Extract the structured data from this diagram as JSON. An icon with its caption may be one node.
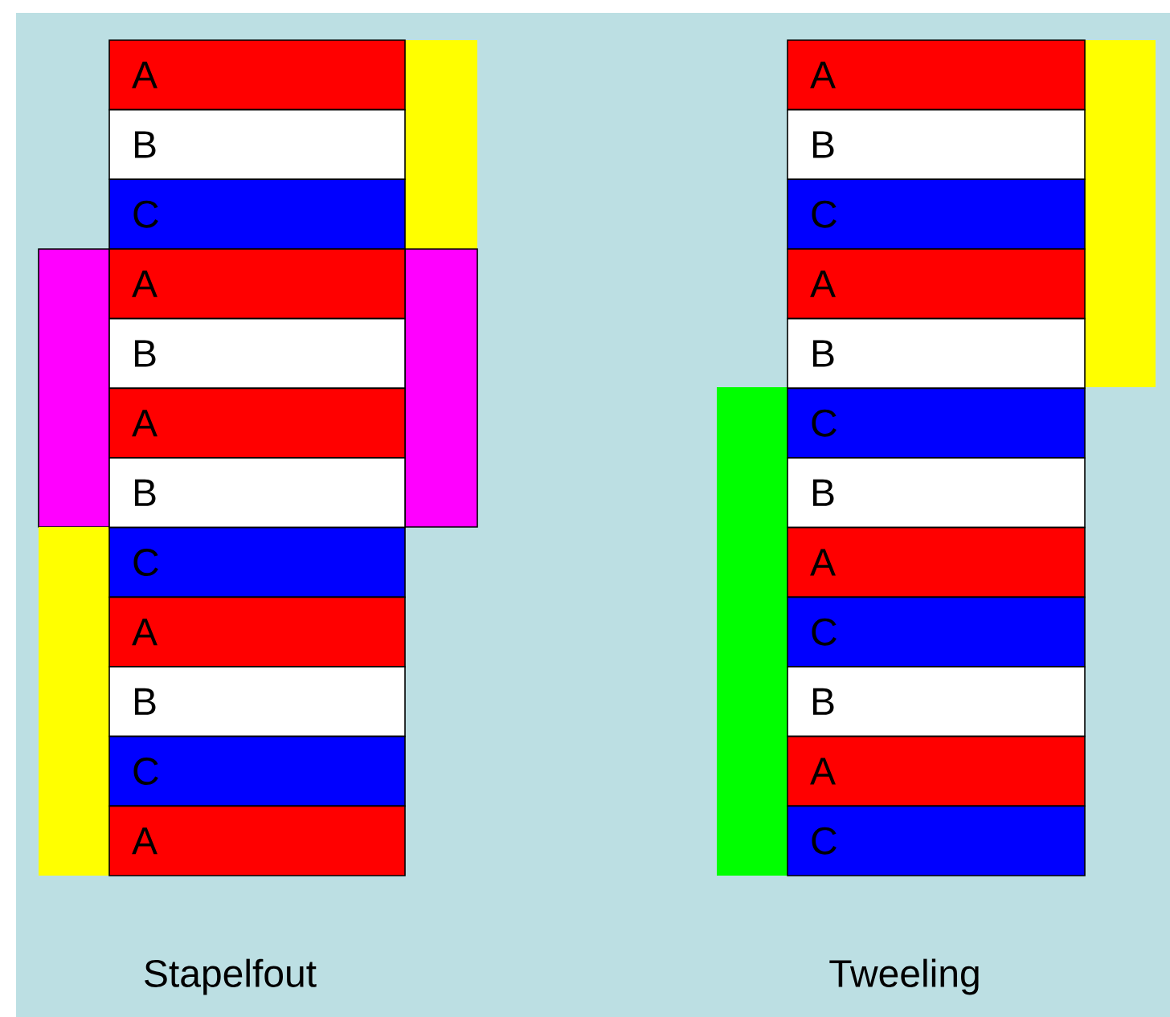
{
  "diagram": {
    "nodes": [
      {
        "text": [
          "A"
        ]
      },
      {
        "text": [
          "B"
        ]
      },
      {
        "text": [
          "C"
        ]
      },
      {
        "text": [
          "A"
        ]
      },
      {
        "text": [
          "B"
        ]
      },
      {
        "text": [
          "A"
        ]
      },
      {
        "text": [
          "B"
        ]
      },
      {
        "text": [
          "C"
        ]
      },
      {
        "text": [
          "A"
        ]
      },
      {
        "text": [
          "B"
        ]
      },
      {
        "text": [
          "C"
        ]
      },
      {
        "text": [
          "A"
        ]
      },
      {
        "text": [
          "A"
        ]
      },
      {
        "text": [
          "B"
        ]
      },
      {
        "text": [
          "C"
        ]
      },
      {
        "text": [
          "A"
        ]
      },
      {
        "text": [
          "B"
        ]
      },
      {
        "text": [
          "C"
        ]
      },
      {
        "text": [
          "B"
        ]
      },
      {
        "text": [
          "A"
        ]
      },
      {
        "text": [
          "C"
        ]
      },
      {
        "text": [
          "B"
        ]
      },
      {
        "text": [
          "A"
        ]
      },
      {
        "text": [
          "C"
        ]
      },
      {
        "text": [],
        "shape": "bar"
      },
      {
        "text": [],
        "shape": "bar"
      },
      {
        "text": [],
        "shape": "bar"
      },
      {
        "text": [],
        "shape": "bar"
      },
      {
        "text": [],
        "shape": "bar"
      },
      {
        "text": [],
        "shape": "bar"
      }
    ],
    "labels": [
      "Stapelfout",
      "Tweeling"
    ]
  }
}
